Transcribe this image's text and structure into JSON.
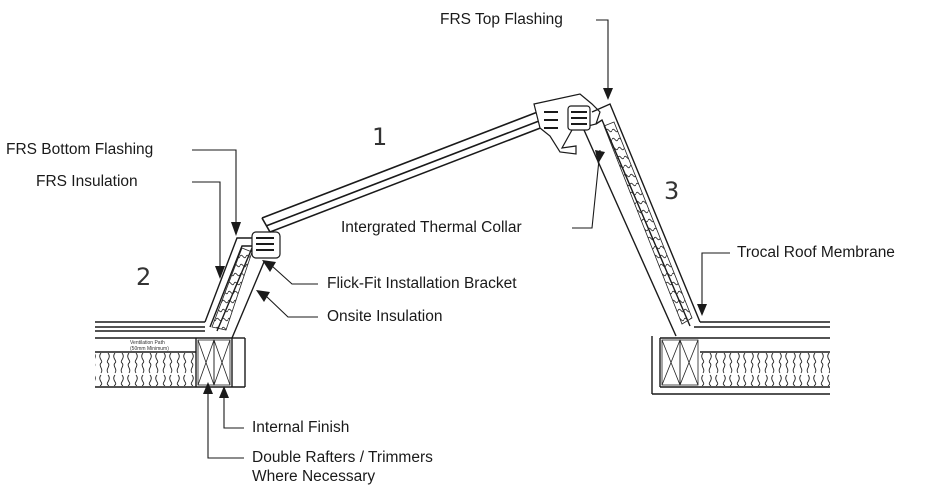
{
  "labels": {
    "frs_top_flashing": "FRS Top Flashing",
    "frs_bottom_flashing": "FRS Bottom Flashing",
    "frs_insulation": "FRS Insulation",
    "integrated_thermal_collar": "Intergrated Thermal Collar",
    "trocal_roof_membrane": "Trocal Roof Membrane",
    "flick_fit_bracket": "Flick-Fit Installation Bracket",
    "onsite_insulation": "Onsite Insulation",
    "internal_finish": "Internal Finish",
    "double_rafters_line1": "Double Rafters / Trimmers",
    "double_rafters_line2": "Where Necessary",
    "ventilation_path_line1": "Ventilation Path",
    "ventilation_path_line2": "(50mm Minimum)"
  },
  "section_numbers": {
    "one": "1",
    "two": "2",
    "three": "3"
  },
  "colors": {
    "line": "#1a1a1a",
    "text": "#1a1a1a",
    "number": "#333333",
    "background": "#ffffff"
  }
}
